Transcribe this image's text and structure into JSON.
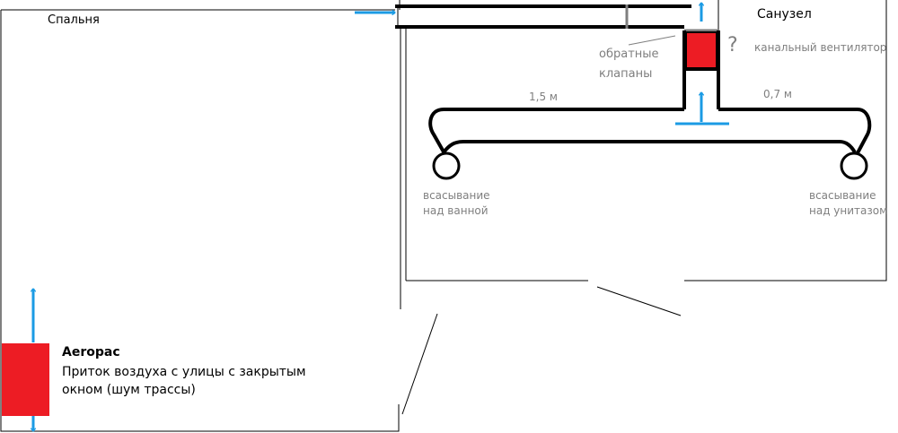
{
  "rooms": {
    "bedroom": "Спальня",
    "bathroom": "Санузел"
  },
  "device": {
    "name": "Aeropac",
    "description_line1": "Приток воздуха с улицы с закрытым",
    "description_line2": "окном (шум трассы)"
  },
  "labels": {
    "check_valves_line1": "обратные",
    "check_valves_line2": "клапаны",
    "question_mark": "?",
    "duct_fan": "канальный вентилятор",
    "length_left": "1,5 м",
    "length_right": "0,7 м",
    "suction_bath_line1": "всасывание",
    "suction_bath_line2": "над ванной",
    "suction_toilet_line1": "всасывание",
    "suction_toilet_line2": "над унитазом"
  },
  "colors": {
    "wall": "#000000",
    "arrow": "#1b9be4",
    "device_fill": "#ed1c24",
    "annotation_text": "#7f7f7f",
    "valve": "#7f7f7f"
  }
}
